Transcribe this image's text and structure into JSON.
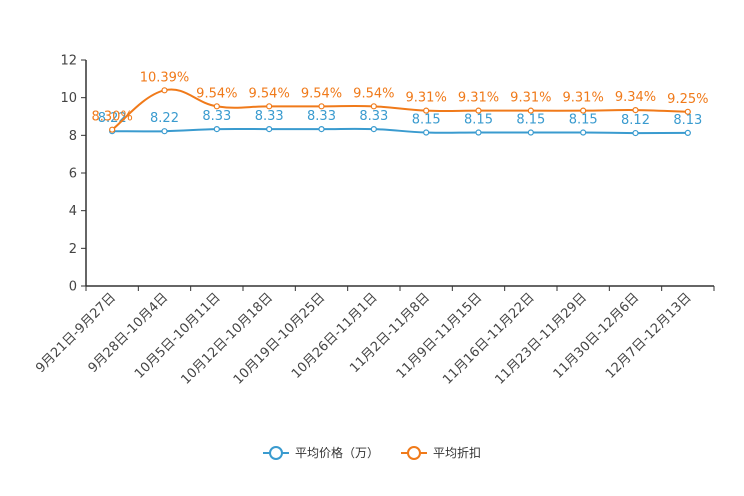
{
  "chart_data": {
    "type": "line",
    "categories": [
      "9月21日-9月27日",
      "9月28日-10月4日",
      "10月5日-10月11日",
      "10月12日-10月18日",
      "10月19日-10月25日",
      "10月26日-11月1日",
      "11月2日-11月8日",
      "11月9日-11月15日",
      "11月16日-11月22日",
      "11月23日-11月29日",
      "11月30日-12月6日",
      "12月7日-12月13日"
    ],
    "series": [
      {
        "name": "平均价格（万）",
        "color": "#3a9bcf",
        "values": [
          8.22,
          8.22,
          8.33,
          8.33,
          8.33,
          8.33,
          8.15,
          8.15,
          8.15,
          8.15,
          8.12,
          8.13
        ],
        "labels": [
          "8.22",
          "8.22",
          "8.33",
          "8.33",
          "8.33",
          "8.33",
          "8.15",
          "8.15",
          "8.15",
          "8.15",
          "8.12",
          "8.13"
        ]
      },
      {
        "name": "平均折扣",
        "color": "#f07a1a",
        "values": [
          8.3,
          10.39,
          9.54,
          9.54,
          9.54,
          9.54,
          9.31,
          9.31,
          9.31,
          9.31,
          9.34,
          9.25
        ],
        "labels": [
          "8.30%",
          "10.39%",
          "9.54%",
          "9.54%",
          "9.54%",
          "9.54%",
          "9.31%",
          "9.31%",
          "9.31%",
          "9.31%",
          "9.34%",
          "9.25%"
        ]
      }
    ],
    "ylim": [
      0,
      12
    ],
    "yticks": [
      "0",
      "2",
      "4",
      "6",
      "8",
      "10",
      "12"
    ],
    "grid": false,
    "legend_position": "bottom"
  }
}
